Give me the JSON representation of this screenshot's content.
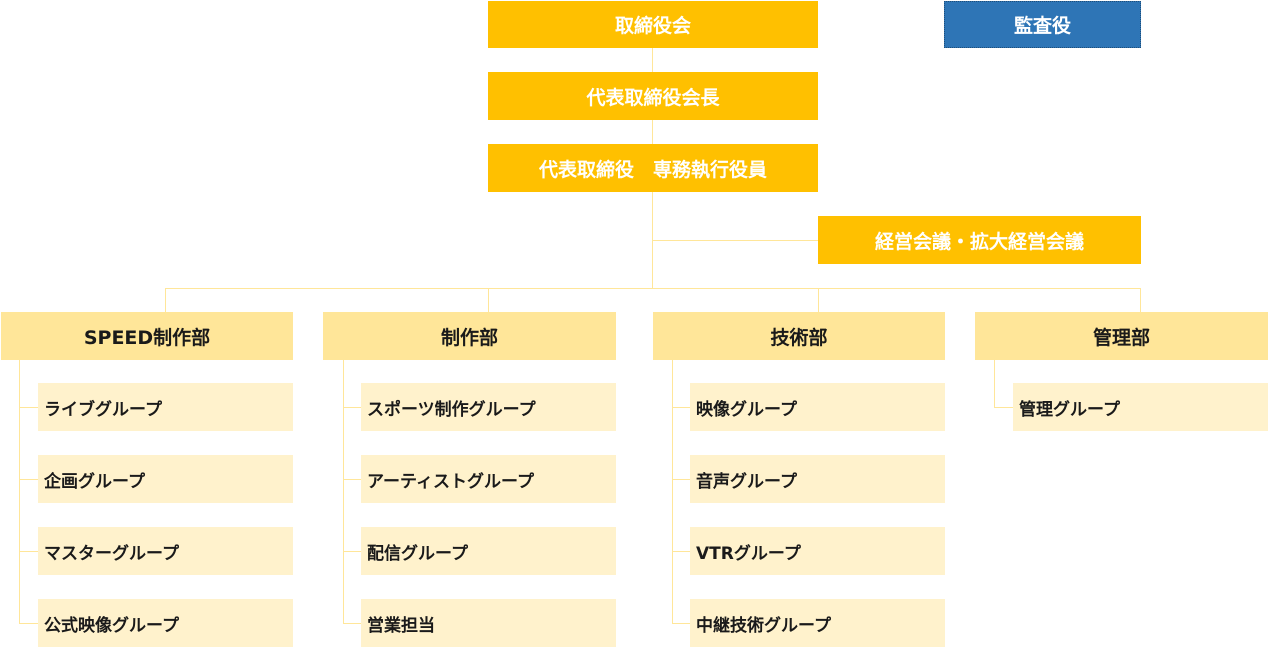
{
  "board": "取締役会",
  "auditor": "監査役",
  "chairman": "代表取締役会長",
  "president": "代表取締役　専務執行役員",
  "meeting": "経営会議・拡大経営会議",
  "departments": [
    {
      "name": "SPEED制作部",
      "groups": [
        "ライブグループ",
        "企画グループ",
        "マスターグループ",
        "公式映像グループ"
      ]
    },
    {
      "name": "制作部",
      "groups": [
        "スポーツ制作グループ",
        "アーティストグループ",
        "配信グループ",
        "営業担当"
      ]
    },
    {
      "name": "技術部",
      "groups": [
        "映像グループ",
        "音声グループ",
        "VTRグループ",
        "中継技術グループ"
      ]
    },
    {
      "name": "管理部",
      "groups": [
        "管理グループ"
      ]
    }
  ],
  "colors": {
    "executive": "#ffc000",
    "auditor": "#2e75b6",
    "department": "#ffe699",
    "group": "#fff2cc"
  }
}
